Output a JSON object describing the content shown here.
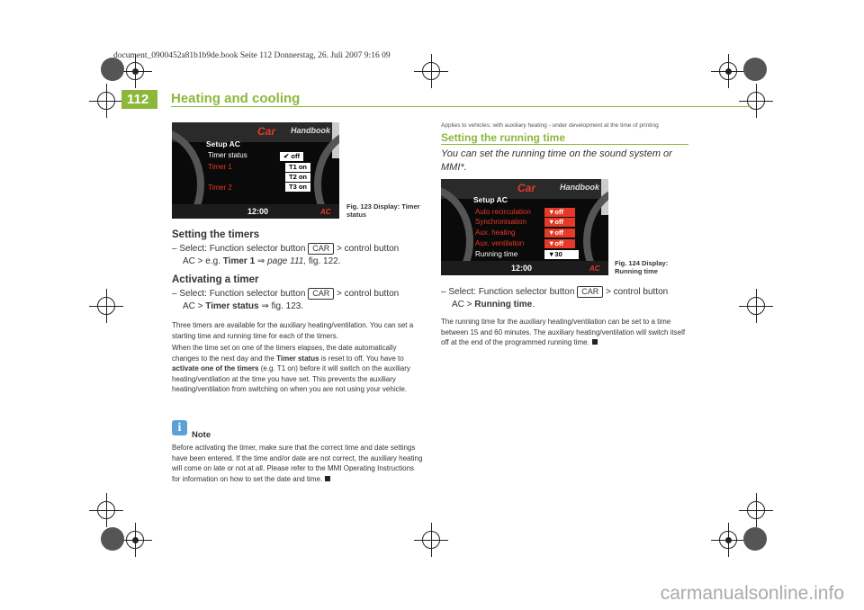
{
  "file_header": "document_0900452a81b1b9de.book  Seite 112  Donnerstag, 26. Juli 2007  9:16 09",
  "page_number": "112",
  "running_head": "Heating and cooling",
  "figure123": {
    "car": "Car",
    "handbook": "Handbook",
    "title": "Setup AC",
    "items": [
      "Timer status",
      "Timer 1",
      "Timer 2"
    ],
    "values": [
      "✔ off",
      "T1 on",
      "T2 on",
      "T3 on"
    ],
    "clock": "12:00",
    "ac": "AC",
    "caption": "Fig. 123  Display: Timer status"
  },
  "left": {
    "h_setting": "Setting the timers",
    "step1_prefix": "– Select: Function selector button",
    "btn": "CAR",
    "step1_suffix": "> control button",
    "step1_line2_a": "AC > e.g.",
    "step1_line2_b": "Timer 1",
    "step1_line2_c": "⇒",
    "step1_line2_d": "page 111,",
    "step1_line2_e": "fig. 122.",
    "h_activating": "Activating a timer",
    "step2_prefix": "– Select: Function selector button",
    "step2_suffix": "> control button",
    "step2_line2_a": "AC >",
    "step2_line2_b": "Timer status",
    "step2_line2_c": "⇒ fig. 123.",
    "para1": "Three timers are available for the auxiliary heating/ventilation. You can set a starting time and running time for each of the timers.",
    "para2_a": "When the time set on one of the timers elapses, the date automatically changes to the next day and the",
    "para2_b": "Timer status",
    "para2_c": "is reset to off. You have to",
    "para2_d": "activate one of the timers",
    "para2_e": "(e.g. T1 on) before it will switch on the auxiliary heating/ventilation at the time you have set. This prevents the auxiliary heating/ventilation from switching on when you are not using your vehicle.",
    "note_title": "Note",
    "note_text": "Before activating the timer, make sure that the correct time and date settings have been entered. If the time and/or date are not correct, the auxiliary heating will come on late or not at all. Please refer to the MMI Operating Instructions for information on how to set the date and time."
  },
  "right": {
    "applies": "Applies to vehicles: with auxiliary heating - under development at the time of printing",
    "title": "Setting the running time",
    "subtitle": "You can set the running time on the sound system or MMI*.",
    "step_prefix": "– Select: Function selector button",
    "btn": "CAR",
    "step_suffix": "> control button",
    "step_line2_a": "AC >",
    "step_line2_b": "Running time",
    "step_line2_c": ".",
    "para": "The running time for the auxiliary heating/ventilation can be set to a time between 15 and 60 minutes. The auxiliary heating/ventilation will switch itself off at the end of the programmed running time."
  },
  "figure124": {
    "car": "Car",
    "handbook": "Handbook",
    "title": "Setup AC",
    "items": [
      "Auto recirculation",
      "Synchronisation",
      "Aux. heating",
      "Aux. ventilation",
      "Running time"
    ],
    "values": [
      "▼off",
      "▼off",
      "▼off",
      "▼off",
      "▼30 min"
    ],
    "clock": "12:00",
    "ac": "AC",
    "caption_a": "Fig. 124  Display:",
    "caption_b": "Running time"
  },
  "watermark": "carmanualsonline.info"
}
